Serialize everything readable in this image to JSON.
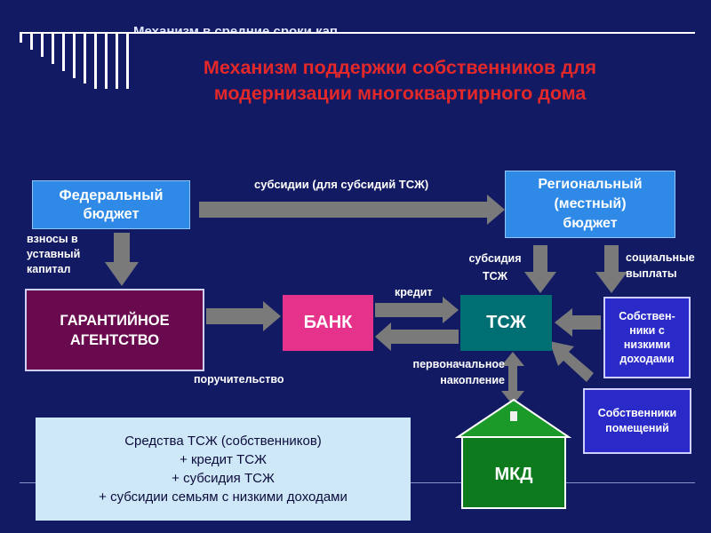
{
  "header": {
    "ghost_title": "Механизм    в    средние    сроки    кап",
    "title_line1": "Механизм поддержки собственников для",
    "title_line2": "модернизации многоквартирного дома"
  },
  "nodes": {
    "federal_line1": "Федеральный",
    "federal_line2": "бюджет",
    "regional_line1": "Региональный",
    "regional_line2": "(местный)",
    "regional_line3": "бюджет",
    "guarantee_line1": "ГАРАНТИЙНОЕ",
    "guarantee_line2": "АГЕНТСТВО",
    "bank": "БАНК",
    "tszh": "ТСЖ",
    "lowincome_line1": "Собствен-",
    "lowincome_line2": "ники с",
    "lowincome_line3": "низкими",
    "lowincome_line4": "доходами",
    "owners_line1": "Собственники",
    "owners_line2": "помещений",
    "mkd": "МКД"
  },
  "edges": {
    "subsidies": "субсидии  (для субсидий ТСЖ)",
    "contrib_line1": "взносы в",
    "contrib_line2": "уставный",
    "contrib_line3": "капитал",
    "subsidy_tszh_line1": "субсидия",
    "subsidy_tszh_line2": "ТСЖ",
    "social_line1": "социальные",
    "social_line2": "выплаты",
    "credit": "кредит",
    "guarantee": "поручительство",
    "initial_line1": "первоначальное",
    "initial_line2": "накопление"
  },
  "summary": {
    "line1": "Средства ТСЖ (собственников)",
    "line2": "+ кредит ТСЖ",
    "line3": "+ субсидия ТСЖ",
    "line4": "+ субсидии семьям с низкими доходами"
  },
  "colors": {
    "background": "#121a63",
    "title": "#e3282a",
    "arrow": "#7a7a7a",
    "house_roof": "#1b9a2a",
    "house_wall": "#0d7a1e"
  }
}
